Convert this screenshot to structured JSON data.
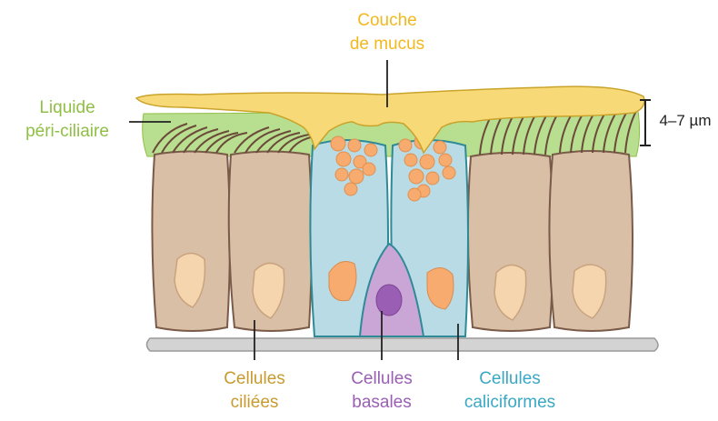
{
  "labels": {
    "mucus": [
      "Couche",
      "de mucus"
    ],
    "periciliary": [
      "Liquide",
      "péri-ciliaire"
    ],
    "thickness": "4–7 µm",
    "ciliated": [
      "Cellules",
      "ciliées"
    ],
    "basal": [
      "Cellules",
      "basales"
    ],
    "goblet": [
      "Cellules",
      "caliciformes"
    ]
  },
  "colors": {
    "mucus_label": "#f2b81f",
    "periciliary_label": "#8fbf45",
    "ciliated_label": "#c99a2e",
    "basal_label": "#9a5fb5",
    "goblet_label": "#3aa8c4",
    "mucus_layer": "#f7d978",
    "periciliary_layer": "#b8de8f",
    "ciliated_cell": "#d9bfa5",
    "goblet_cell": "#b9dbe6",
    "basal_cell": "#c9a6d6",
    "secretory_granule": "#f8ab6f",
    "basement_membrane": "#d3d3d3"
  }
}
